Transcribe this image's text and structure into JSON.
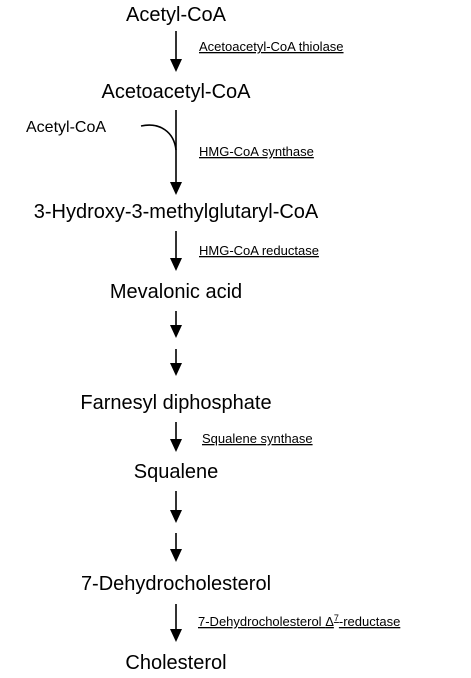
{
  "pathway": {
    "compounds": {
      "acetyl_coa": "Acetyl-CoA",
      "acetoacetyl_coa": "Acetoacetyl-CoA",
      "hmg_coa": "3-Hydroxy-3-methylglutaryl-CoA",
      "mevalonic_acid": "Mevalonic acid",
      "farnesyl_diphosphate": "Farnesyl diphosphate",
      "squalene": "Squalene",
      "dehydrocholesterol": "7-Dehydrocholesterol",
      "cholesterol": "Cholesterol"
    },
    "cosubstrate": "Acetyl-CoA",
    "enzymes": {
      "thiolase": "Acetoacetyl-CoA thiolase",
      "hmg_synthase": "HMG-CoA synthase",
      "hmg_reductase": "HMG-CoA reductase",
      "squalene_synthase": "Squalene synthase",
      "reductase_7_prefix": "7-Dehydrocholesterol ",
      "reductase_7_delta": "Δ",
      "reductase_7_sup": "7",
      "reductase_7_suffix": "-reductase"
    }
  },
  "colors": {
    "foreground": "#000000",
    "background": "#ffffff"
  }
}
